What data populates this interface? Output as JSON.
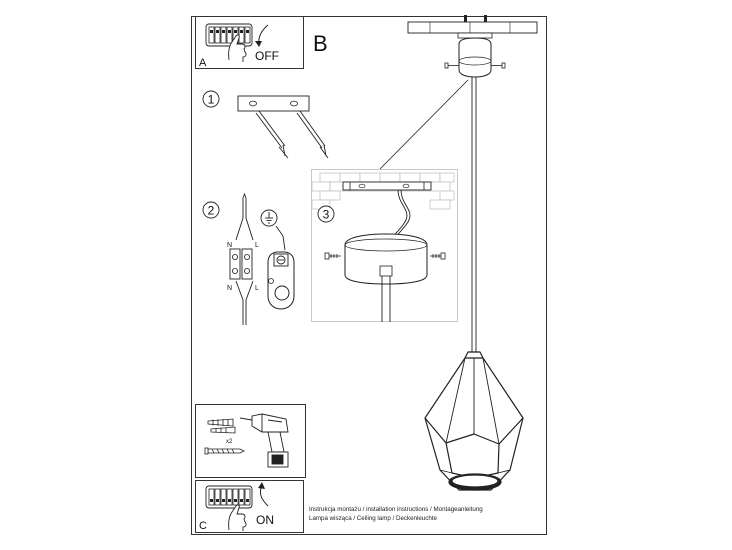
{
  "labels": {
    "panel_a": "A",
    "panel_b": "B",
    "panel_c": "C",
    "off": "OFF",
    "on": "ON",
    "step1": "1",
    "step2": "2",
    "step3": "3",
    "neutral_top": "N",
    "live_top": "L",
    "neutral_bottom": "N",
    "live_bottom": "L",
    "times_two": "x2"
  },
  "caption": {
    "line1": "Instrukcja montażu / installation instructions / Montageanleitung",
    "line2": "Lampa wisząca / Ceiling lamp  / Deckenleuchte"
  },
  "colors": {
    "line": "#222222",
    "border": "#333333",
    "callout_border": "#bbbbbb"
  }
}
